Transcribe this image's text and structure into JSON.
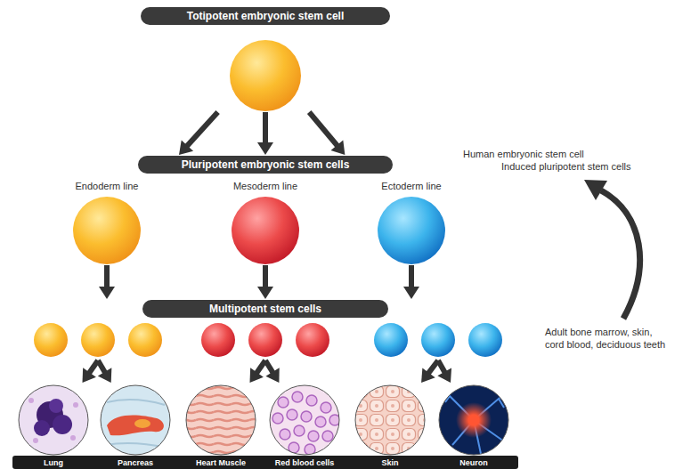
{
  "diagram": {
    "nodes": [
      {
        "text": [
          "Totipotent embryonic stem cell"
        ]
      },
      {
        "text": [
          "Pluripotent embryonic stem cells"
        ]
      },
      {
        "text": [
          "Endoderm line"
        ],
        "in": 1
      },
      {
        "text": [
          "Mesoderm line"
        ],
        "in": 1
      },
      {
        "text": [
          "Ectoderm line"
        ],
        "in": 1
      },
      {
        "text": [
          "Multipotent stem cells"
        ]
      },
      {
        "text": [
          "Lung"
        ]
      },
      {
        "text": [
          "Pancreas"
        ]
      },
      {
        "text": [
          "Heart Muscle"
        ]
      },
      {
        "text": [
          "Red blood cells"
        ]
      },
      {
        "text": [
          "Skin"
        ]
      },
      {
        "text": [
          "Neuron"
        ]
      }
    ],
    "edges": [
      {
        "from": 0,
        "to": 2,
        "arrow": "to"
      },
      {
        "from": 0,
        "to": 3,
        "arrow": "to"
      },
      {
        "from": 0,
        "to": 4,
        "arrow": "to"
      },
      {
        "from": 2,
        "to": 5,
        "arrow": "to"
      },
      {
        "from": 3,
        "to": 5,
        "arrow": "to"
      },
      {
        "from": 4,
        "to": 5,
        "arrow": "to"
      },
      {
        "from": 5,
        "to": 6,
        "arrow": "to"
      },
      {
        "from": 5,
        "to": 7,
        "arrow": "to"
      },
      {
        "from": 5,
        "to": 8,
        "arrow": "to"
      },
      {
        "from": 5,
        "to": 9,
        "arrow": "to"
      },
      {
        "from": 5,
        "to": 10,
        "arrow": "to"
      },
      {
        "from": 5,
        "to": 11,
        "arrow": "to"
      }
    ],
    "labels": [
      "Human embryonic stem cell",
      "Induced pluripotent stem cells",
      "Adult bone marrow, skin, cord blood, deciduous teeth"
    ]
  }
}
